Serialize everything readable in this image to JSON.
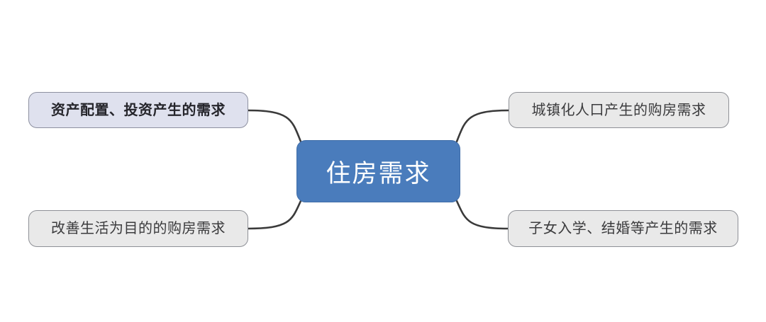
{
  "diagram": {
    "type": "mind-map",
    "title": "住房需求",
    "orientation": "horizontal-balanced",
    "background_color": "#ffffff",
    "center": {
      "id": "center",
      "label": "住房需求",
      "fill": "#4a7cbc",
      "border_color": "#3f6da8",
      "text_color": "#ffffff"
    },
    "branches": [
      {
        "id": "top-left",
        "label": "资产配置、投资产生的需求",
        "side": "left",
        "row": "top",
        "fill": "#dfe1ee",
        "border_color": "#8d90a0",
        "text_color": "#25252b",
        "emphasis": "bold"
      },
      {
        "id": "top-right",
        "label": "城镇化人口产生的购房需求",
        "side": "right",
        "row": "top",
        "fill": "#e9e9e9",
        "border_color": "#8e9096",
        "text_color": "#3b3b3d",
        "emphasis": "normal"
      },
      {
        "id": "bottom-left",
        "label": "改善生活为目的的购房需求",
        "side": "left",
        "row": "bottom",
        "fill": "#e9e9e9",
        "border_color": "#8e9096",
        "text_color": "#3b3b3d",
        "emphasis": "normal"
      },
      {
        "id": "bottom-right",
        "label": "子女入学、结婚等产生的需求",
        "side": "right",
        "row": "bottom",
        "fill": "#e9e9e9",
        "border_color": "#8e9096",
        "text_color": "#3b3b3d",
        "emphasis": "normal"
      }
    ],
    "connectors": {
      "style": "curved",
      "color": "#3a3a3a",
      "width": 2.6,
      "count": 4
    }
  }
}
